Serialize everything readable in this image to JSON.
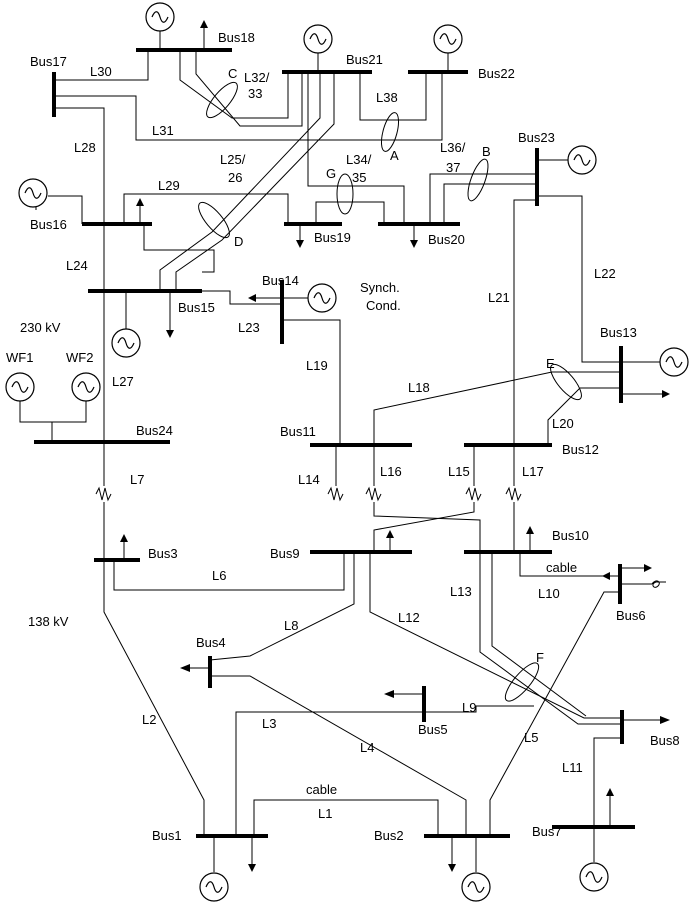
{
  "buses": {
    "bus1": "Bus1",
    "bus2": "Bus2",
    "bus3": "Bus3",
    "bus4": "Bus4",
    "bus5": "Bus5",
    "bus6": "Bus6",
    "bus7": "Bus7",
    "bus8": "Bus8",
    "bus9": "Bus9",
    "bus10": "Bus10",
    "bus11": "Bus11",
    "bus12": "Bus12",
    "bus13": "Bus13",
    "bus14": "Bus14",
    "bus15": "Bus15",
    "bus16": "Bus16",
    "bus17": "Bus17",
    "bus18": "Bus18",
    "bus19": "Bus19",
    "bus20": "Bus20",
    "bus21": "Bus21",
    "bus22": "Bus22",
    "bus23": "Bus23",
    "bus24": "Bus24"
  },
  "lines": {
    "l1": "L1",
    "l2": "L2",
    "l3": "L3",
    "l4": "L4",
    "l5": "L5",
    "l6": "L6",
    "l7": "L7",
    "l8": "L8",
    "l9": "L9",
    "l10": "L10",
    "l11": "L11",
    "l12": "L12",
    "l13": "L13",
    "l14": "L14",
    "l15": "L15",
    "l16": "L16",
    "l17": "L17",
    "l18": "L18",
    "l19": "L19",
    "l20": "L20",
    "l21": "L21",
    "l22": "L22",
    "l23": "L23",
    "l24": "L24",
    "l25a": "L25/",
    "l25b": "26",
    "l27": "L27",
    "l28": "L28",
    "l29": "L29",
    "l30": "L30",
    "l31": "L31",
    "l32a": "L32/",
    "l32b": "33",
    "l34a": "L34/",
    "l34b": "35",
    "l36a": "L36/",
    "l36b": "37",
    "l38": "L38"
  },
  "corridors": {
    "a": "A",
    "b": "B",
    "c": "C",
    "d": "D",
    "e": "E",
    "f": "F",
    "g": "G"
  },
  "labels": {
    "kv230": "230 kV",
    "kv138": "138 kV",
    "wf1": "WF1",
    "wf2": "WF2",
    "synch1": "Synch.",
    "synch2": "Cond.",
    "cable_top": "cable",
    "cable_bottom": "cable"
  }
}
